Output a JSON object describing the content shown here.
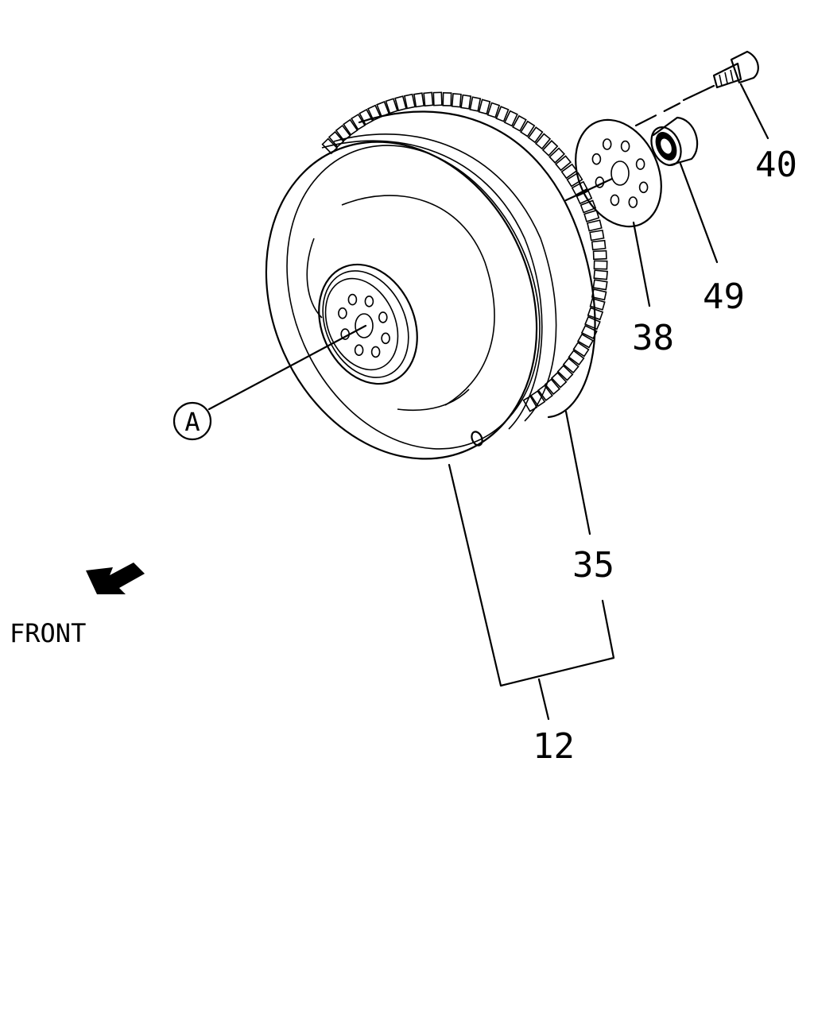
{
  "callouts": {
    "c12": "12",
    "c35": "35",
    "c38": "38",
    "c40": "40",
    "c49": "49",
    "ref_a": "A"
  },
  "direction_label": "FRONT"
}
